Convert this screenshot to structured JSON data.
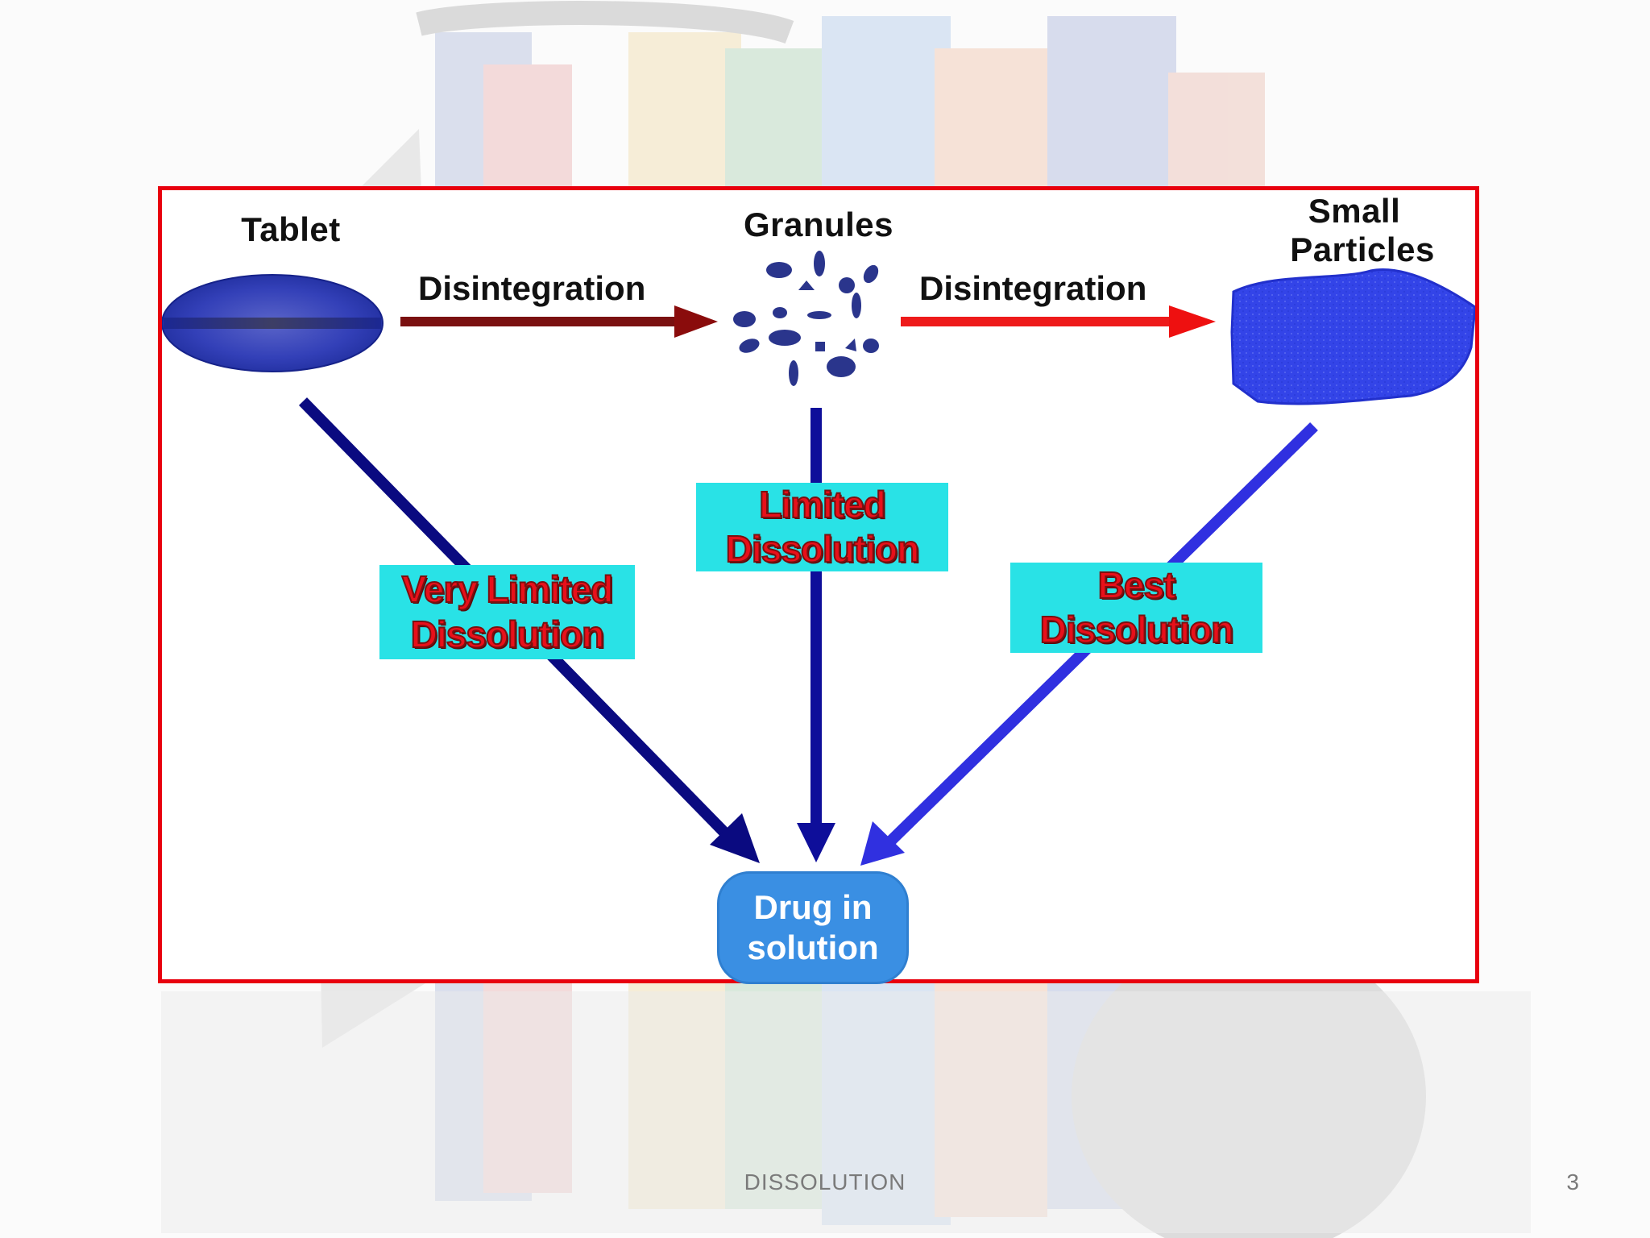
{
  "slide": {
    "footer_title": "DISSOLUTION",
    "page_number": "3"
  },
  "diagram": {
    "nodes": {
      "tablet": "Tablet",
      "granules": "Granules",
      "small_particles": [
        "Small",
        "Particles"
      ],
      "drug_in_solution": [
        "Drug in",
        "solution"
      ]
    },
    "edges": {
      "tablet_to_granules": "Disintegration",
      "granules_to_particles": "Disintegration"
    },
    "dissolution_labels": {
      "tablet": [
        "Very Limited",
        "Dissolution"
      ],
      "granules": [
        "Limited",
        "Dissolution"
      ],
      "particles": [
        "Best",
        "Dissolution"
      ]
    }
  },
  "colors": {
    "frame_border": "#e8000e",
    "label_box": "#29e2e6",
    "label_text": "#e8101a",
    "tablet_arrow": "#0a0a80",
    "particles_arrow": "#3030e0",
    "result_node": "#3a8fe3"
  }
}
